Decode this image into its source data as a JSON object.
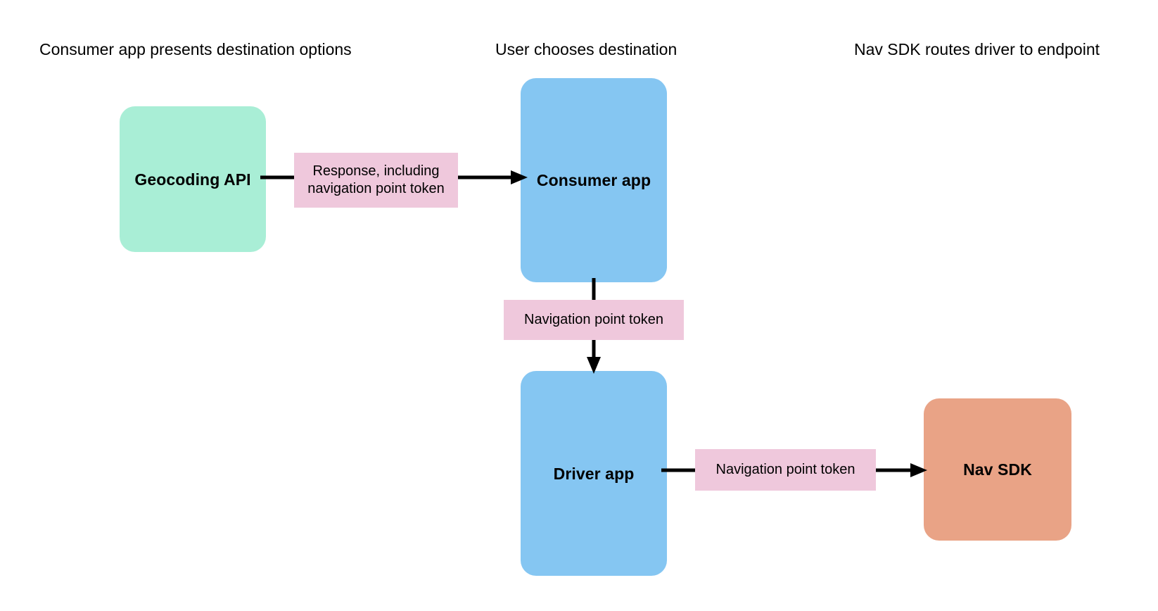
{
  "diagram": {
    "title_columns": [
      {
        "id": "col-1",
        "label": "Consumer app presents destination options"
      },
      {
        "id": "col-2",
        "label": "User chooses destination"
      },
      {
        "id": "col-3",
        "label": "Nav SDK routes driver to endpoint"
      }
    ],
    "nodes": [
      {
        "id": "geocoding-api",
        "label": "Geocoding API",
        "color": "#A9EED6"
      },
      {
        "id": "consumer-app",
        "label": "Consumer app",
        "color": "#85C6F2"
      },
      {
        "id": "driver-app",
        "label": "Driver app",
        "color": "#85C6F2"
      },
      {
        "id": "nav-sdk",
        "label": "Nav SDK",
        "color": "#E9A386"
      }
    ],
    "edge_labels": [
      {
        "id": "edge-label-response",
        "label": "Response, including navigation point token",
        "color": "#EFC8DC"
      },
      {
        "id": "edge-label-token-vertical",
        "label": "Navigation point token",
        "color": "#EFC8DC"
      },
      {
        "id": "edge-label-token-horizontal",
        "label": "Navigation point token",
        "color": "#EFC8DC"
      }
    ],
    "edges": [
      {
        "id": "edge-geocoding-to-consumer",
        "from": "geocoding-api",
        "to": "consumer-app",
        "direction": "right"
      },
      {
        "id": "edge-consumer-to-driver",
        "from": "consumer-app",
        "to": "driver-app",
        "direction": "down"
      },
      {
        "id": "edge-driver-to-navsdk",
        "from": "driver-app",
        "to": "nav-sdk",
        "direction": "right"
      }
    ],
    "colors": {
      "background": "#FFFFFF",
      "text": "#000000",
      "connector": "#000000",
      "green": "#A9EED6",
      "blue": "#85C6F2",
      "salmon": "#E9A386",
      "pink": "#EFC8DC"
    }
  }
}
